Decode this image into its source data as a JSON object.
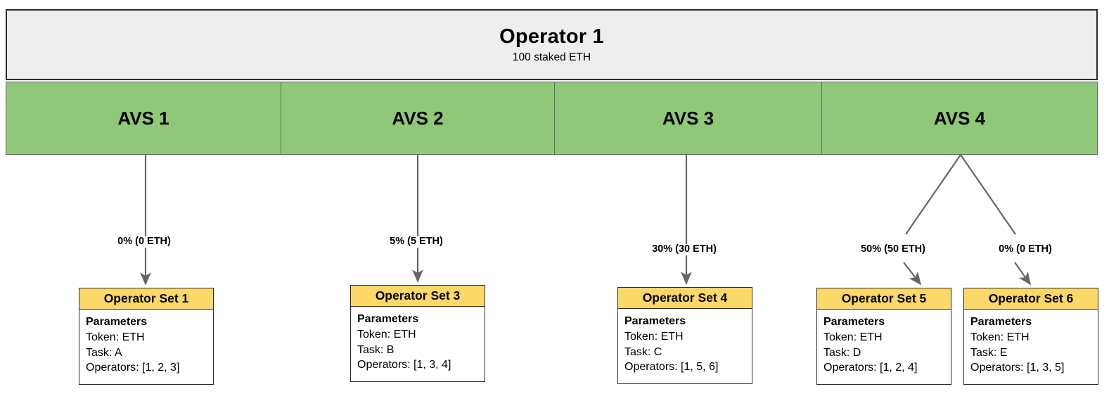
{
  "diagram": {
    "type": "node-link-diagram",
    "title": "Operator allocation to operator sets",
    "colors": {
      "operator_fill": "#eeeeee",
      "avs_fill": "#8fc878",
      "opset_header_fill": "#fcd868",
      "opset_body_fill": "#ffffff",
      "edge_stroke": "#666666",
      "border": "#2b2b2b"
    }
  },
  "operator": {
    "name": "Operator 1",
    "stake": "100 staked ETH"
  },
  "avs": [
    {
      "label": "AVS 1"
    },
    {
      "label": "AVS 2"
    },
    {
      "label": "AVS 3"
    },
    {
      "label": "AVS 4"
    }
  ],
  "edges": [
    {
      "from": "AVS 1",
      "to": "Operator Set 1",
      "label": "0% (0 ETH)",
      "percent": 0,
      "eth": 0
    },
    {
      "from": "AVS 2",
      "to": "Operator Set 3",
      "label": "5% (5 ETH)",
      "percent": 5,
      "eth": 5
    },
    {
      "from": "AVS 3",
      "to": "Operator Set 4",
      "label": "30% (30 ETH)",
      "percent": 30,
      "eth": 30
    },
    {
      "from": "AVS 4",
      "to": "Operator Set 5",
      "label": "50% (50 ETH)",
      "percent": 50,
      "eth": 50
    },
    {
      "from": "AVS 4",
      "to": "Operator Set 6",
      "label": "0% (0 ETH)",
      "percent": 0,
      "eth": 0
    }
  ],
  "operator_sets": [
    {
      "title": "Operator Set 1",
      "params_heading": "Parameters",
      "token": "Token: ETH",
      "task": "Task: A",
      "operators": "Operators: [1, 2, 3]"
    },
    {
      "title": "Operator Set 3",
      "params_heading": "Parameters",
      "token": "Token: ETH",
      "task": "Task: B",
      "operators": "Operators: [1, 3, 4]"
    },
    {
      "title": "Operator Set 4",
      "params_heading": "Parameters",
      "token": "Token: ETH",
      "task": "Task: C",
      "operators": "Operators: [1, 5, 6]"
    },
    {
      "title": "Operator Set 5",
      "params_heading": "Parameters",
      "token": "Token: ETH",
      "task": "Task: D",
      "operators": "Operators: [1, 2, 4]"
    },
    {
      "title": "Operator Set 6",
      "params_heading": "Parameters",
      "token": "Token: ETH",
      "task": "Task: E",
      "operators": "Operators: [1, 3, 5]"
    }
  ]
}
